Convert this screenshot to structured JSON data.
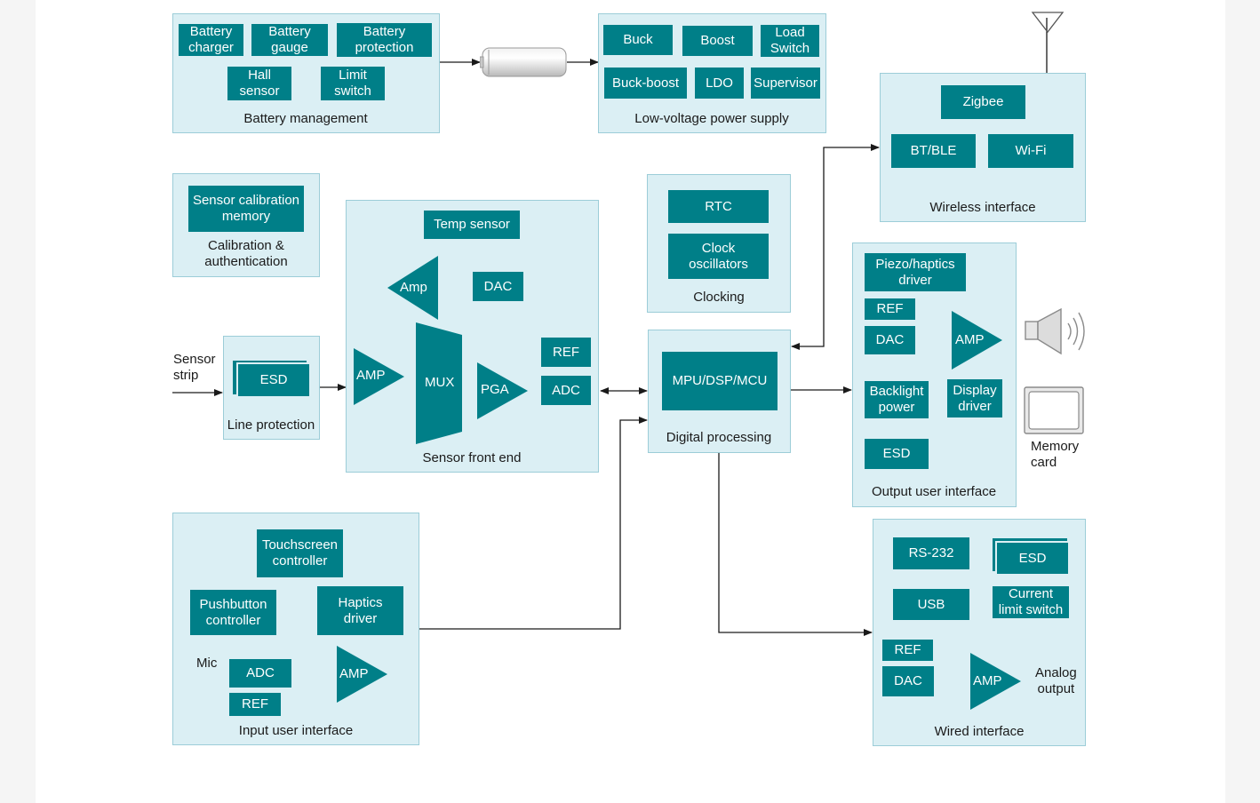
{
  "colors": {
    "block": "#007f88",
    "group_fill": "#dbeff4",
    "group_border": "#9ccdd8",
    "wire": "#1a1a1a"
  },
  "battery_mgmt": {
    "title": "Battery management",
    "charger": "Battery\ncharger",
    "gauge": "Battery\ngauge",
    "protection": "Battery\nprotection",
    "hall": "Hall\nsensor",
    "limit": "Limit\nswitch"
  },
  "lv_power": {
    "title": "Low-voltage power supply",
    "buck": "Buck",
    "boost": "Boost",
    "load_switch": "Load\nSwitch",
    "buck_boost": "Buck-boost",
    "ldo": "LDO",
    "supervisor": "Supervisor"
  },
  "wireless": {
    "title": "Wireless interface",
    "zigbee": "Zigbee",
    "btble": "BT/BLE",
    "wifi": "Wi-Fi"
  },
  "calibration": {
    "title": "Calibration &\nauthentication",
    "memory": "Sensor calibration\nmemory"
  },
  "sensor_fe": {
    "title": "Sensor front end",
    "temp": "Temp sensor",
    "amp_top": "Amp",
    "dac": "DAC",
    "amp": "AMP",
    "mux": "MUX",
    "pga": "PGA",
    "ref": "REF",
    "adc": "ADC"
  },
  "clocking": {
    "title": "Clocking",
    "rtc": "RTC",
    "osc": "Clock\noscillators"
  },
  "line_protection": {
    "title": "Line protection",
    "esd": "ESD",
    "input_label": "Sensor\nstrip"
  },
  "digital": {
    "title": "Digital processing",
    "mpu": "MPU/DSP/MCU"
  },
  "output_ui": {
    "title": "Output user interface",
    "piezo": "Piezo/haptics\ndriver",
    "ref": "REF",
    "dac": "DAC",
    "amp": "AMP",
    "backlight": "Backlight\npower",
    "display": "Display\ndriver",
    "esd": "ESD",
    "memory_card": "Memory\ncard"
  },
  "input_ui": {
    "title": "Input user interface",
    "touch": "Touchscreen\ncontroller",
    "pushbutton": "Pushbutton\ncontroller",
    "haptics": "Haptics\ndriver",
    "mic": "Mic",
    "adc": "ADC",
    "amp": "AMP",
    "ref": "REF"
  },
  "wired": {
    "title": "Wired interface",
    "rs232": "RS-232",
    "esd": "ESD",
    "usb": "USB",
    "current_limit": "Current\nlimit switch",
    "ref": "REF",
    "dac": "DAC",
    "amp": "AMP",
    "analog_out": "Analog\noutput"
  },
  "icons": [
    "battery-icon",
    "antenna-icon",
    "speaker-icon",
    "display-icon"
  ]
}
